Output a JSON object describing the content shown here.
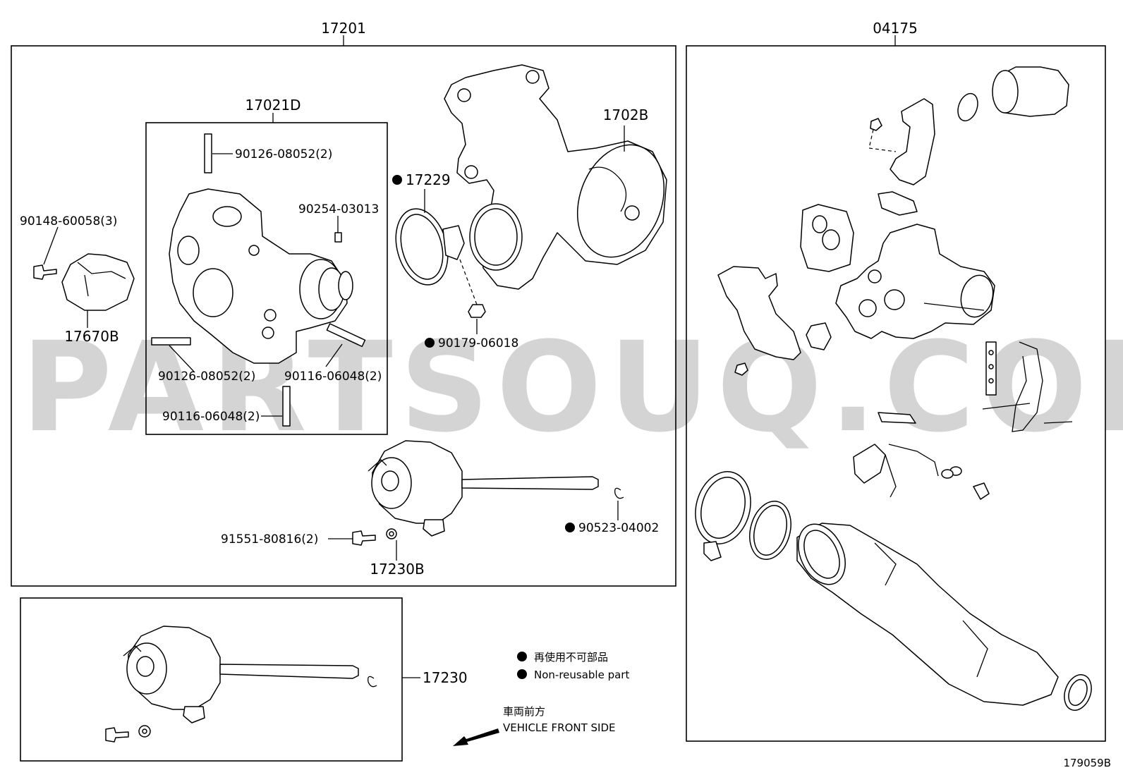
{
  "groups": {
    "left_main": "17201",
    "right_main": "04175",
    "sub_box": "17021D",
    "bottom_box": "17230"
  },
  "parts": {
    "p_1702B": "1702B",
    "p_17229": "17229",
    "p_90179": "90179-06018",
    "p_90126_top": "90126-08052(2)",
    "p_90254": "90254-03013",
    "p_90148": "90148-60058(3)",
    "p_17670B": "17670B",
    "p_90126_bottom": "90126-08052(2)",
    "p_90116_right": "90116-06048(2)",
    "p_90116_bottom": "90116-06048(2)",
    "p_91551": "91551-80816(2)",
    "p_17230B": "17230B",
    "p_90523": "90523-04002"
  },
  "legend": {
    "jp": "再使用不可部品",
    "en": "Non-reusable part"
  },
  "direction": {
    "jp": "車両前方",
    "en": "VEHICLE FRONT SIDE"
  },
  "diagram_id": "179059B",
  "watermark": "PARTSOUQ.COM",
  "colors": {
    "ink": "#000000",
    "watermark": "#d4d4d4",
    "background": "#ffffff"
  }
}
